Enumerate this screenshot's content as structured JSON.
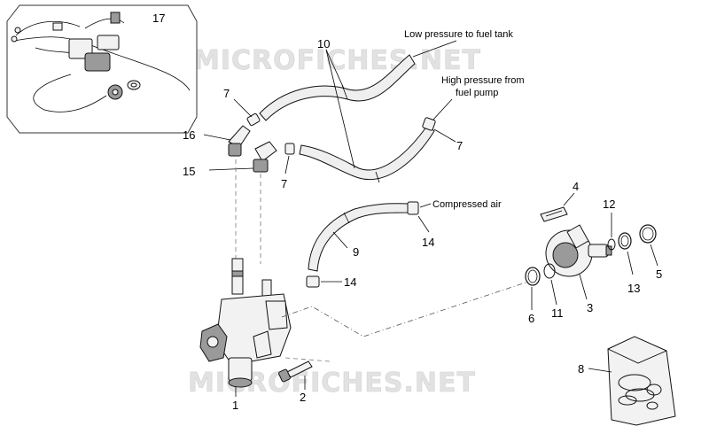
{
  "watermark": {
    "top": "MICROFICHES.NET",
    "bottom": "MICROFICHES.NET"
  },
  "notes": {
    "low_pressure": "Low pressure to fuel tank",
    "high_pressure_line1": "High pressure from",
    "high_pressure_line2": "fuel pump",
    "compressed_air": "Compressed air"
  },
  "callouts": {
    "c1": "1",
    "c2": "2",
    "c3": "3",
    "c4": "4",
    "c5": "5",
    "c6": "6",
    "c7a": "7",
    "c7b": "7",
    "c7c": "7",
    "c8": "8",
    "c9": "9",
    "c10": "10",
    "c11": "11",
    "c12": "12",
    "c13": "13",
    "c14a": "14",
    "c14b": "14",
    "c15": "15",
    "c16": "16",
    "c17": "17"
  }
}
